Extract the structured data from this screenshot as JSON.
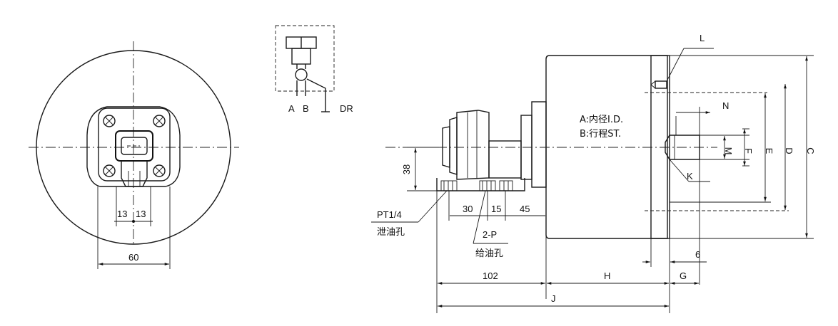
{
  "front_view": {
    "dim_13a": "13",
    "dim_13b": "13",
    "dim_60": "60"
  },
  "symbol": {
    "label_a": "A",
    "label_b": "B",
    "label_dr": "DR"
  },
  "side_view": {
    "label_L": "L",
    "label_N": "N",
    "label_M": "M",
    "label_F": "F",
    "label_E": "E",
    "label_D": "D",
    "label_C": "C",
    "label_K": "K",
    "note_a": "A:内径I.D.",
    "note_b": "B:行程ST.",
    "dim_38": "38",
    "dim_30": "30",
    "dim_15": "15",
    "dim_45": "45",
    "dim_102": "102",
    "dim_H": "H",
    "dim_G": "G",
    "dim_6": "6",
    "dim_J": "J",
    "port_pt": "PT1/4",
    "port_pt_cn": "泄油孔",
    "port_2p": "2-P",
    "port_2p_cn": "给油孔"
  }
}
